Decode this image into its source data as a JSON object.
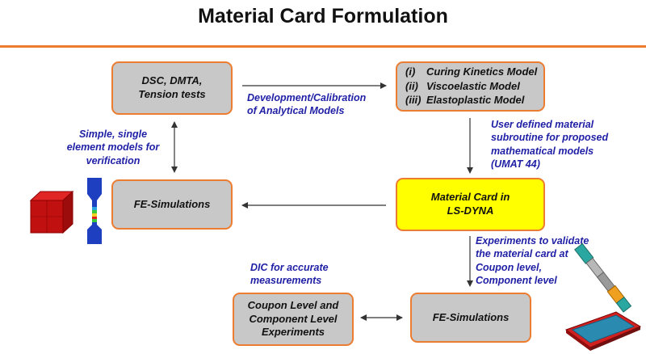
{
  "title": "Material Card Formulation",
  "boxes": {
    "tests": "DSC, DMTA,\nTension tests",
    "models": [
      "Curing Kinetics Model",
      "Viscoelastic Model",
      "Elastoplastic Model"
    ],
    "model_numerals": [
      "(i)",
      "(ii)",
      "(iii)"
    ],
    "fe_sim_top": "FE-Simulations",
    "material_card": "Material Card in\nLS-DYNA",
    "experiments": "Coupon Level and\nComponent Level\nExperiments",
    "fe_sim_bottom": "FE-Simulations"
  },
  "notes": {
    "development": "Development/Calibration\nof Analytical Models",
    "umat": "User defined material\nsubroutine for proposed\nmathematical models\n(UMAT 44)",
    "single_element": "Simple, single\nelement models for\nverification",
    "validate": "Experiments to validate\nthe material card at\nCoupon level,\nComponent level",
    "dic": "DIC for accurate\nmeasurements"
  },
  "colors": {
    "accent": "#ec7c30",
    "box_fill": "#c8c8c8",
    "highlight_fill": "#ffff00",
    "note_text": "#1f1fa6"
  },
  "icons": [
    "red-cube-icon",
    "tensile-specimen-icon",
    "coupon-beam-icon",
    "component-plate-icon"
  ]
}
